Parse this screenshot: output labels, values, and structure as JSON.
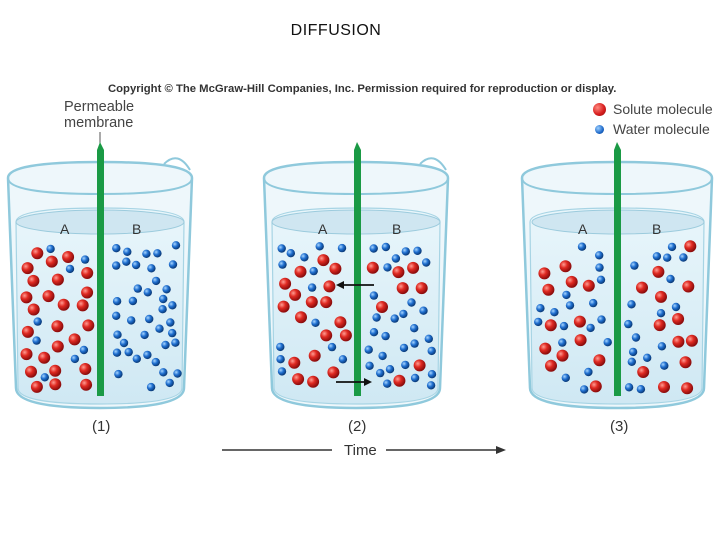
{
  "title": "DIFFUSION",
  "copyright": "Copyright © The McGraw-Hill Companies, Inc. Permission required for reproduction or display.",
  "permeable_label": [
    "Permeable",
    "membrane"
  ],
  "legend": [
    {
      "label": "Solute molecule",
      "icon": "red-sphere-icon",
      "color": "#d81f1f"
    },
    {
      "label": "Water molecule",
      "icon": "blue-sphere-icon",
      "color": "#1d68c9"
    }
  ],
  "beakers": [
    {
      "step": "(1)",
      "side_a": "A",
      "side_b": "B"
    },
    {
      "step": "(2)",
      "side_a": "A",
      "side_b": "B"
    },
    {
      "step": "(3)",
      "side_a": "A",
      "side_b": "B"
    }
  ],
  "time_label": "Time",
  "colors": {
    "membrane": "#1a9a45",
    "glass": "#8fc9dc",
    "water": "#dbeff8"
  }
}
